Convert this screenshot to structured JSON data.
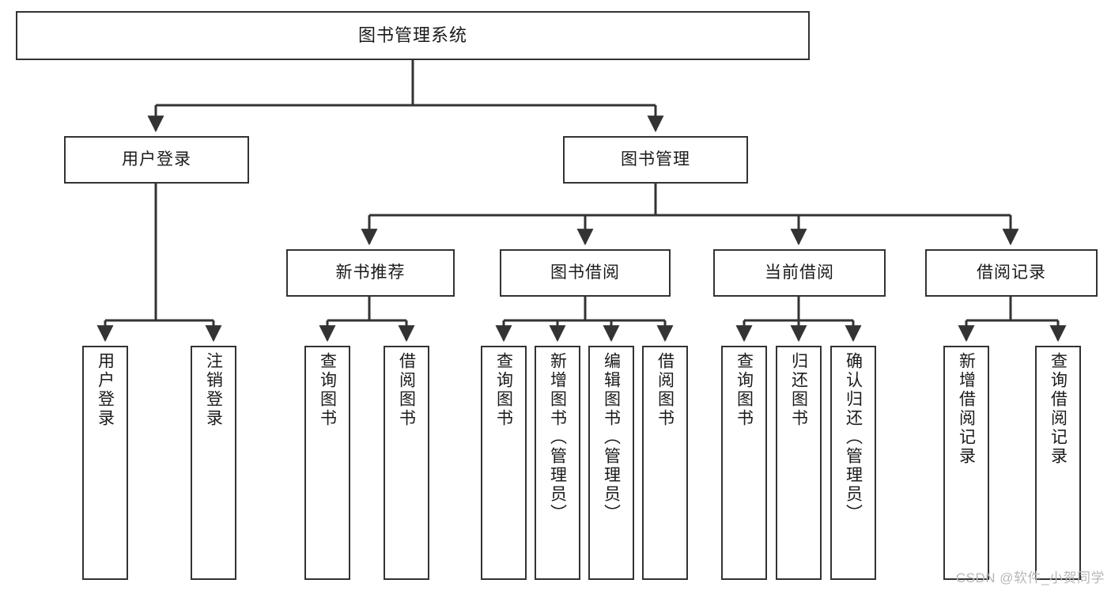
{
  "diagram": {
    "title": "图书管理系统",
    "type": "tree-hierarchy-chart",
    "orientation": "top-down",
    "colors": {
      "box_border": "#333333",
      "box_fill": "#ffffff",
      "edge": "#333333",
      "text": "#1a1a1a",
      "watermark": "#b7b7b7",
      "background": "#ffffff"
    }
  },
  "nodes": {
    "root": {
      "label": "图书管理系统"
    },
    "level2": [
      {
        "label": "用户登录"
      },
      {
        "label": "图书管理"
      }
    ],
    "level3": [
      {
        "label": "新书推荐"
      },
      {
        "label": "图书借阅"
      },
      {
        "label": "当前借阅"
      },
      {
        "label": "借阅记录"
      }
    ],
    "leaves": {
      "user_login": [
        {
          "label": "用户登录"
        },
        {
          "label": "注销登录"
        }
      ],
      "new_book_recommend": [
        {
          "label": "查询图书"
        },
        {
          "label": "借阅图书"
        }
      ],
      "book_borrow": [
        {
          "label": "查询图书"
        },
        {
          "label": "新增图书（管理员）"
        },
        {
          "label": "编辑图书（管理员）"
        },
        {
          "label": "借阅图书"
        }
      ],
      "current_borrow": [
        {
          "label": "查询图书"
        },
        {
          "label": "归还图书"
        },
        {
          "label": "确认归还（管理员）"
        }
      ],
      "borrow_record": [
        {
          "label": "新增借阅记录"
        },
        {
          "label": "查询借阅记录"
        }
      ]
    }
  },
  "watermark": {
    "text": "CSDN @软件_小贺同学"
  }
}
